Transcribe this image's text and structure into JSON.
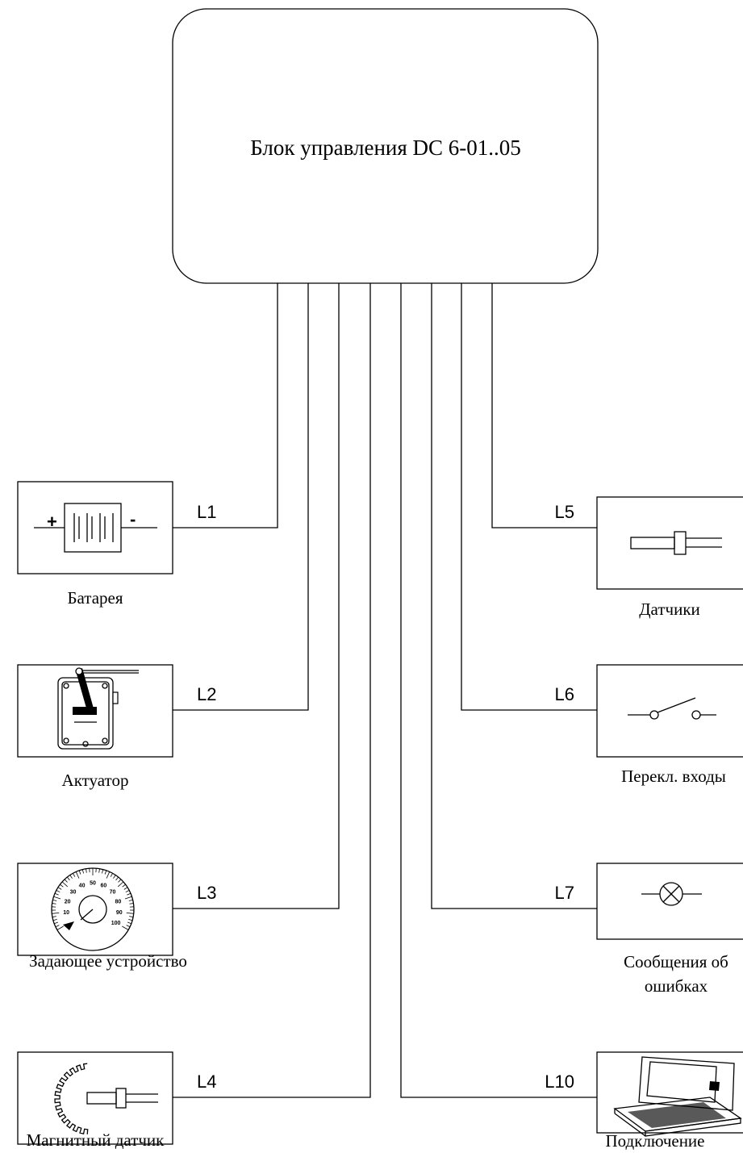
{
  "control_unit": {
    "title": "Блок управления DC 6-01..05"
  },
  "left_devices": [
    {
      "line": "L1",
      "caption": "Батарея",
      "icon": "battery-icon",
      "polarity_plus": "+",
      "polarity_minus": "-"
    },
    {
      "line": "L2",
      "caption": "Актуатор",
      "icon": "actuator-icon"
    },
    {
      "line": "L3",
      "caption": "Задающее устройство",
      "icon": "setpoint-dial-icon",
      "dial_ticks": [
        "10",
        "20",
        "30",
        "40",
        "50",
        "60",
        "70",
        "80",
        "90",
        "100"
      ]
    },
    {
      "line": "L4",
      "caption": "Магнитный датчик",
      "icon": "magnetic-sensor-icon"
    }
  ],
  "right_devices": [
    {
      "line": "L5",
      "caption": "Датчики",
      "icon": "sensor-icon"
    },
    {
      "line": "L6",
      "caption": "Перекл. входы",
      "icon": "switch-icon"
    },
    {
      "line": "L7",
      "caption_lines": [
        "Сообщения об",
        "ошибках"
      ],
      "icon": "lamp-icon"
    },
    {
      "line": "L10",
      "caption": "Подключение",
      "icon": "laptop-icon"
    }
  ]
}
